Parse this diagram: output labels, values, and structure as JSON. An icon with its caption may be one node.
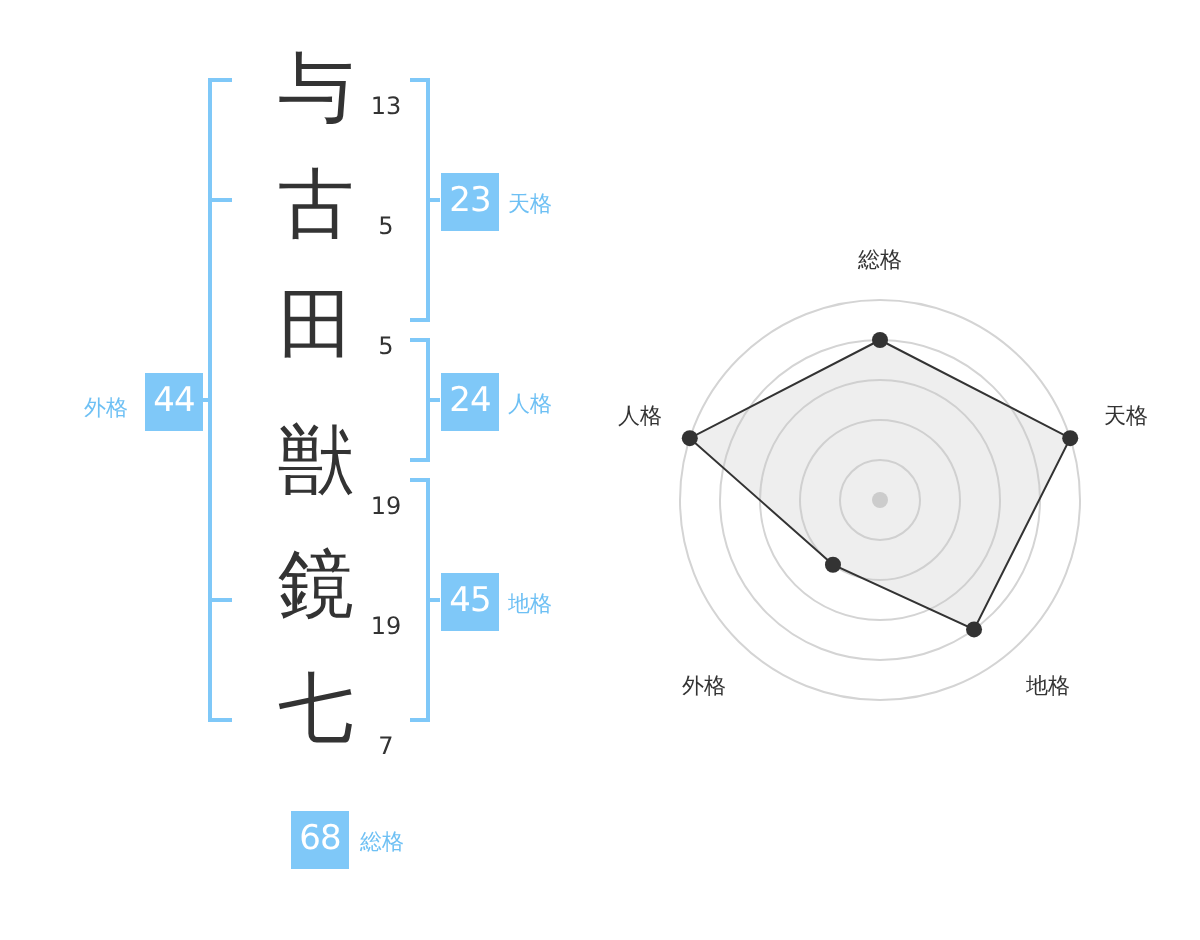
{
  "diagram": {
    "labels": [
      "与",
      "13",
      "古",
      "23",
      "天格",
      "5",
      "田",
      "5",
      "外格",
      "44",
      "24",
      "人格",
      "獣",
      "19",
      "鏡",
      "45",
      "地格",
      "19",
      "七",
      "7",
      "68",
      "総格",
      "総格",
      "人格",
      "天格",
      "外格",
      "地格"
    ]
  }
}
